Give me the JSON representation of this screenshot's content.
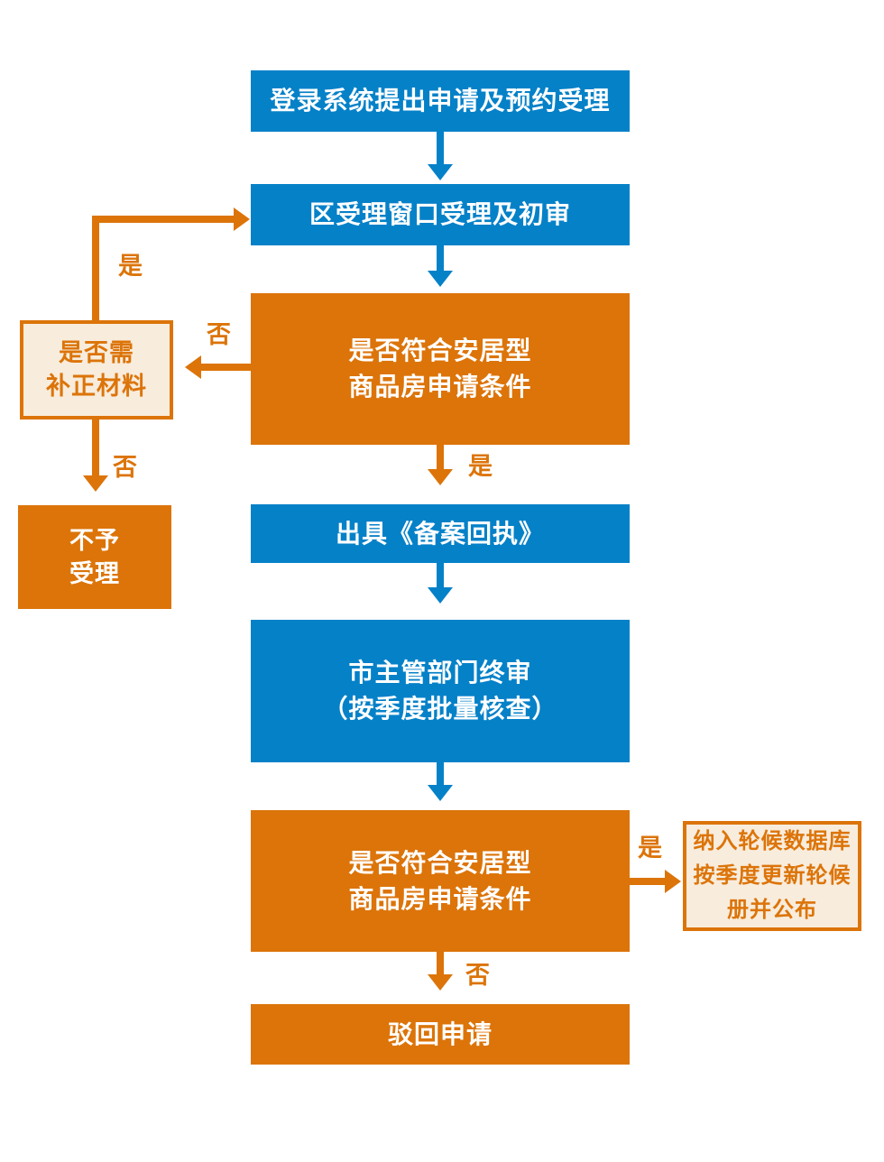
{
  "palette": {
    "process_blue": "#0581C8",
    "decision_orange": "#DC7409",
    "note_fill_cream": "#F8ECDC",
    "note_border_orange": "#DC7409",
    "box_text_white": "#FFFFFF",
    "label_text_orange": "#DC7409"
  },
  "flowchart": {
    "nodes": {
      "login": {
        "lines": [
          "登录系统提出申请及预约受理"
        ]
      },
      "district_review": {
        "lines": [
          "区受理窗口受理及初审"
        ]
      },
      "eligibility_check_1": {
        "lines": [
          "是否符合安居型",
          "商品房申请条件"
        ]
      },
      "supplement_check": {
        "lines": [
          "是否需",
          "补正材料"
        ]
      },
      "not_accepted": {
        "lines": [
          "不予",
          "受理"
        ]
      },
      "issue_receipt": {
        "lines": [
          "出具《备案回执》"
        ]
      },
      "city_final_review": {
        "lines": [
          "市主管部门终审",
          "（按季度批量核查）"
        ]
      },
      "eligibility_check_2": {
        "lines": [
          "是否符合安居型",
          "商品房申请条件"
        ]
      },
      "waitlist_db": {
        "lines": [
          "纳入轮候数据库",
          "按季度更新轮候",
          "册并公布"
        ]
      },
      "reject": {
        "lines": [
          "驳回申请"
        ]
      }
    },
    "edge_labels": {
      "check1_yes": "是",
      "check1_no": "否",
      "supplement_yes": "是",
      "supplement_no": "否",
      "check2_yes": "是",
      "check2_no": "否"
    }
  }
}
